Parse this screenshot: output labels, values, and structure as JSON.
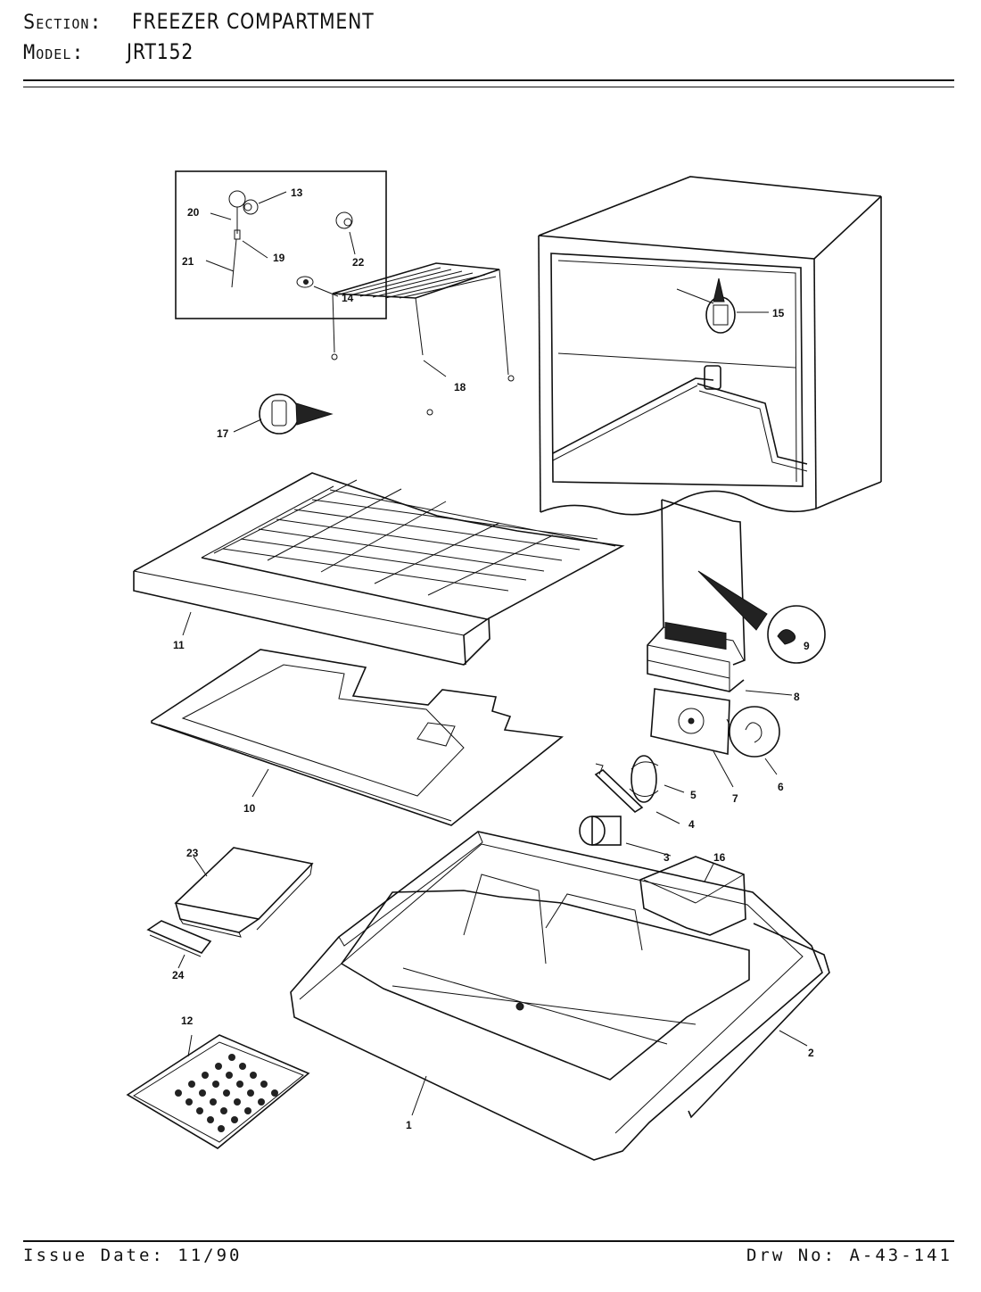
{
  "header": {
    "section_label": "Section:",
    "section_value": "FREEZER COMPARTMENT",
    "model_label": "Model:",
    "model_value": "JRT152"
  },
  "footer": {
    "issue_date": "Issue Date: 11/90",
    "drawing_no": "Drw No: A-43-141"
  },
  "callouts": {
    "c1": "1",
    "c2": "2",
    "c3": "3",
    "c4": "4",
    "c5": "5",
    "c6": "6",
    "c7": "7",
    "c8": "8",
    "c9": "9",
    "c10": "10",
    "c11": "11",
    "c12": "12",
    "c13": "13",
    "c14": "14",
    "c15": "15",
    "c16": "16",
    "c17": "17",
    "c18": "18",
    "c19": "19",
    "c20": "20",
    "c21": "21",
    "c22": "22",
    "c23": "23",
    "c24": "24"
  }
}
